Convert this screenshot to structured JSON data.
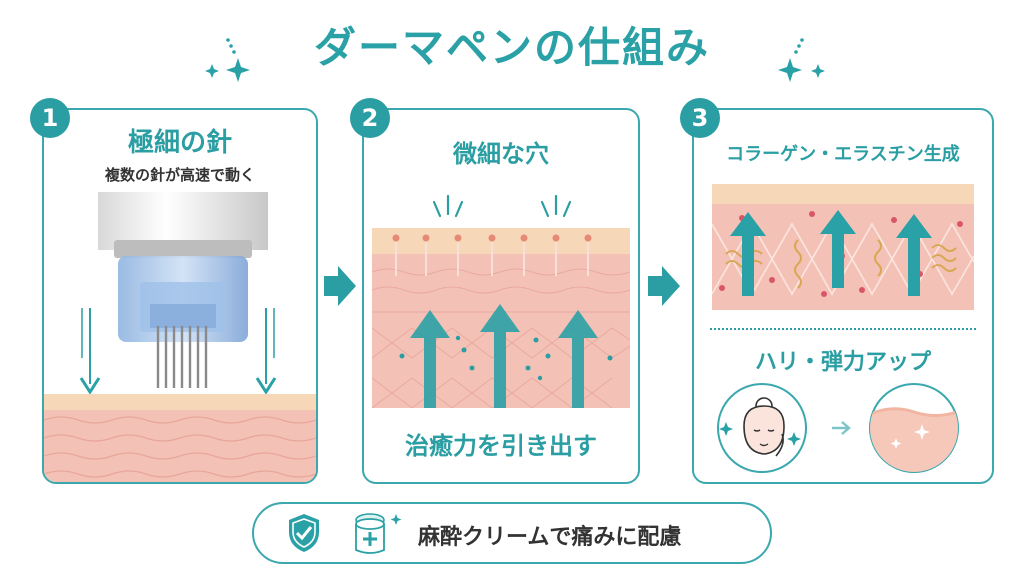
{
  "title": "ダーマペンの仕組み",
  "steps": [
    {
      "number": "1",
      "title": "極細の針",
      "subtitle": "複数の針が高速で動く"
    },
    {
      "number": "2",
      "title": "微細な穴",
      "caption": "治癒力を引き出す"
    },
    {
      "number": "3",
      "title": "コラーゲン・エラスチン生成",
      "caption": "ハリ・弾力アップ"
    }
  ],
  "footer": {
    "text": "麻酔クリームで痛みに配慮"
  },
  "colors": {
    "teal": "#2aa1a6",
    "skin": "#f4c1b6",
    "skin_top": "#f6d8b8"
  }
}
